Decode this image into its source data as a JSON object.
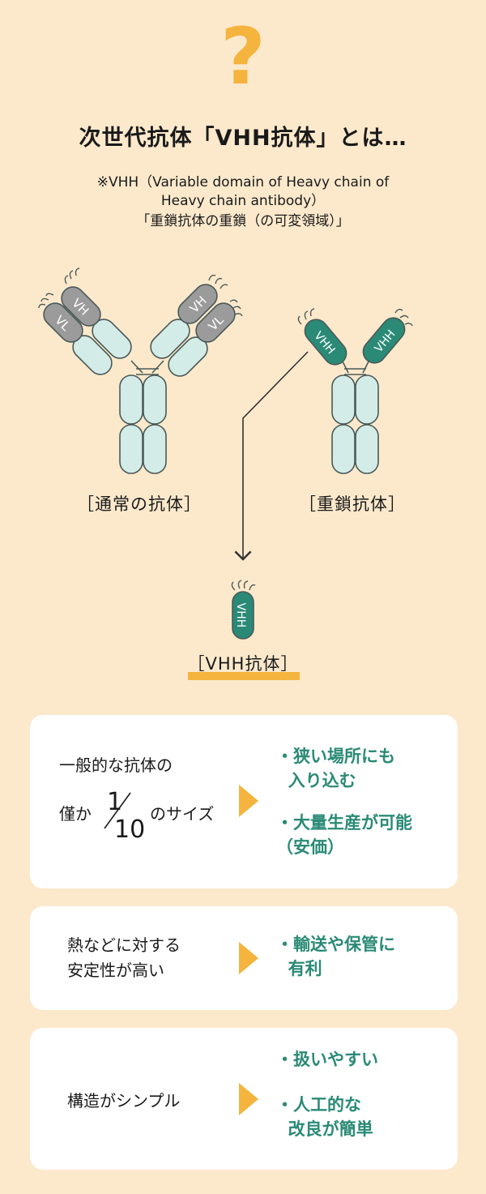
{
  "header": {
    "icon": "question-mark-icon",
    "question_glyph": "?",
    "title": "次世代抗体「VHH抗体」とは…",
    "note_line1": "※VHH（Variable domain of Heavy chain of",
    "note_line2": "Heavy chain antibody）",
    "note_line3": "「重鎖抗体の重鎖（の可変領域）」"
  },
  "diagram": {
    "colors": {
      "chain_fill": "#d4ece8",
      "chain_stroke": "#4a5a58",
      "vl_vh_fill": "#9b9b9b",
      "vhh_fill": "#2a8a76",
      "accent": "#f4b43d"
    },
    "labels": {
      "vh": "VH",
      "vl": "VL",
      "vhh": "VHH"
    },
    "captions": {
      "normal": "［通常の抗体］",
      "heavy": "［重鎖抗体］",
      "vhh": "［VHH抗体］"
    }
  },
  "cards": [
    {
      "left_line1": "一般的な抗体の",
      "left_prefix": "僅か",
      "fraction_num": "1",
      "fraction_den": "10",
      "left_suffix": "のサイズ",
      "benefit1": "・狭い場所にも\n  入り込む",
      "benefit2": "・大量生産が可能\n（安価）"
    },
    {
      "left_line1": "熱などに対する",
      "left_line2": "安定性が高い",
      "benefit1": "・輸送や保管に\n  有利"
    },
    {
      "left_line1": "構造がシンプル",
      "benefit1": "・扱いやすい",
      "benefit2": "・人工的な\n  改良が簡単"
    }
  ]
}
